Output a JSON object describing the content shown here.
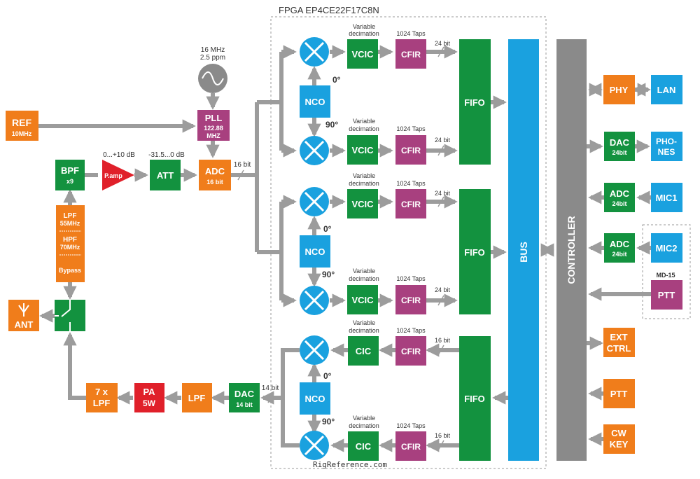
{
  "fpga_title": "FPGA EP4CE22F17C8N",
  "watermark": "RigReference.com",
  "colors": {
    "green": "#13923f",
    "orange": "#f07d1b",
    "blue": "#1aa1df",
    "purple": "#a8407f",
    "red": "#e0202a",
    "gray": "#8a8a8a",
    "wire": "#9c9c9c"
  },
  "osc": {
    "line1": "16 MHz",
    "line2": "2.5 ppm"
  },
  "ref": {
    "line1": "REF",
    "line2": "10MHz"
  },
  "pll": {
    "line1": "PLL",
    "line2": "122.88",
    "line3": "MHZ"
  },
  "bpf": {
    "line1": "BPF",
    "line2": "x9"
  },
  "pamp": {
    "label": "P.amp",
    "gain": "0...+10 dB"
  },
  "att": {
    "label": "ATT",
    "range": "-31.5...0 dB"
  },
  "adc": {
    "line1": "ADC",
    "line2": "16 bit"
  },
  "adc_bus": "16 bit",
  "filters": {
    "lpf_title": "LPF",
    "lpf_freq": "55MHz",
    "hpf_title": "HPF",
    "hpf_freq": "70MHz",
    "bypass": "Bypass"
  },
  "ant": "ANT",
  "tx": {
    "lpf7_line1": "7 x",
    "lpf7_line2": "LPF",
    "pa_line1": "PA",
    "pa_line2": "5W",
    "lpf": "LPF",
    "dac_line1": "DAC",
    "dac_line2": "14 bit",
    "dac_bus": "14 bit"
  },
  "rx_paths": [
    {
      "nco": "NCO",
      "phase_i": "0°",
      "phase_q": "90°",
      "top": {
        "dec": "Variable",
        "dec2": "decimation",
        "cic": "VCIC",
        "taps": "1024 Taps",
        "cfir": "CFIR",
        "bits": "24 bit"
      },
      "bot": {
        "dec": "Variable",
        "dec2": "decimation",
        "cic": "VCIC",
        "taps": "1024 Taps",
        "cfir": "CFIR",
        "bits": "24 bit"
      },
      "fifo": "FIFO"
    },
    {
      "nco": "NCO",
      "phase_i": "0°",
      "phase_q": "90°",
      "top": {
        "dec": "Variable",
        "dec2": "decimation",
        "cic": "VCIC",
        "taps": "1024 Taps",
        "cfir": "CFIR",
        "bits": "24 bit"
      },
      "bot": {
        "dec": "Variable",
        "dec2": "decimation",
        "cic": "VCIC",
        "taps": "1024 Taps",
        "cfir": "CFIR",
        "bits": "24 bit"
      },
      "fifo": "FIFO"
    }
  ],
  "tx_path": {
    "nco": "NCO",
    "phase_i": "0°",
    "phase_q": "90°",
    "top": {
      "dec": "Variable",
      "dec2": "decimation",
      "cic": "CIC",
      "taps": "1024 Taps",
      "cfir": "CFIR",
      "bits": "16 bit"
    },
    "bot": {
      "dec": "Variable",
      "dec2": "decimation",
      "cic": "CIC",
      "taps": "1024 Taps",
      "cfir": "CFIR",
      "bits": "16 bit"
    },
    "fifo": "FIFO"
  },
  "bus": "BUS",
  "controller": "CONTROLLER",
  "peripherals": {
    "phy": "PHY",
    "lan": "LAN",
    "dac_phones": {
      "line1": "DAC",
      "line2": "24bit"
    },
    "phones": {
      "line1": "PHO-",
      "line2": "NES"
    },
    "adc_mic1": {
      "line1": "ADC",
      "line2": "24bit"
    },
    "mic1": "MIC1",
    "adc_mic2": {
      "line1": "ADC",
      "line2": "24bit"
    },
    "mic2": "MIC2",
    "md15": "MD-15",
    "ptt_md": "PTT",
    "ext_ctrl": {
      "line1": "EXT",
      "line2": "CTRL"
    },
    "ptt": "PTT",
    "cw_key": {
      "line1": "CW",
      "line2": "KEY"
    }
  }
}
